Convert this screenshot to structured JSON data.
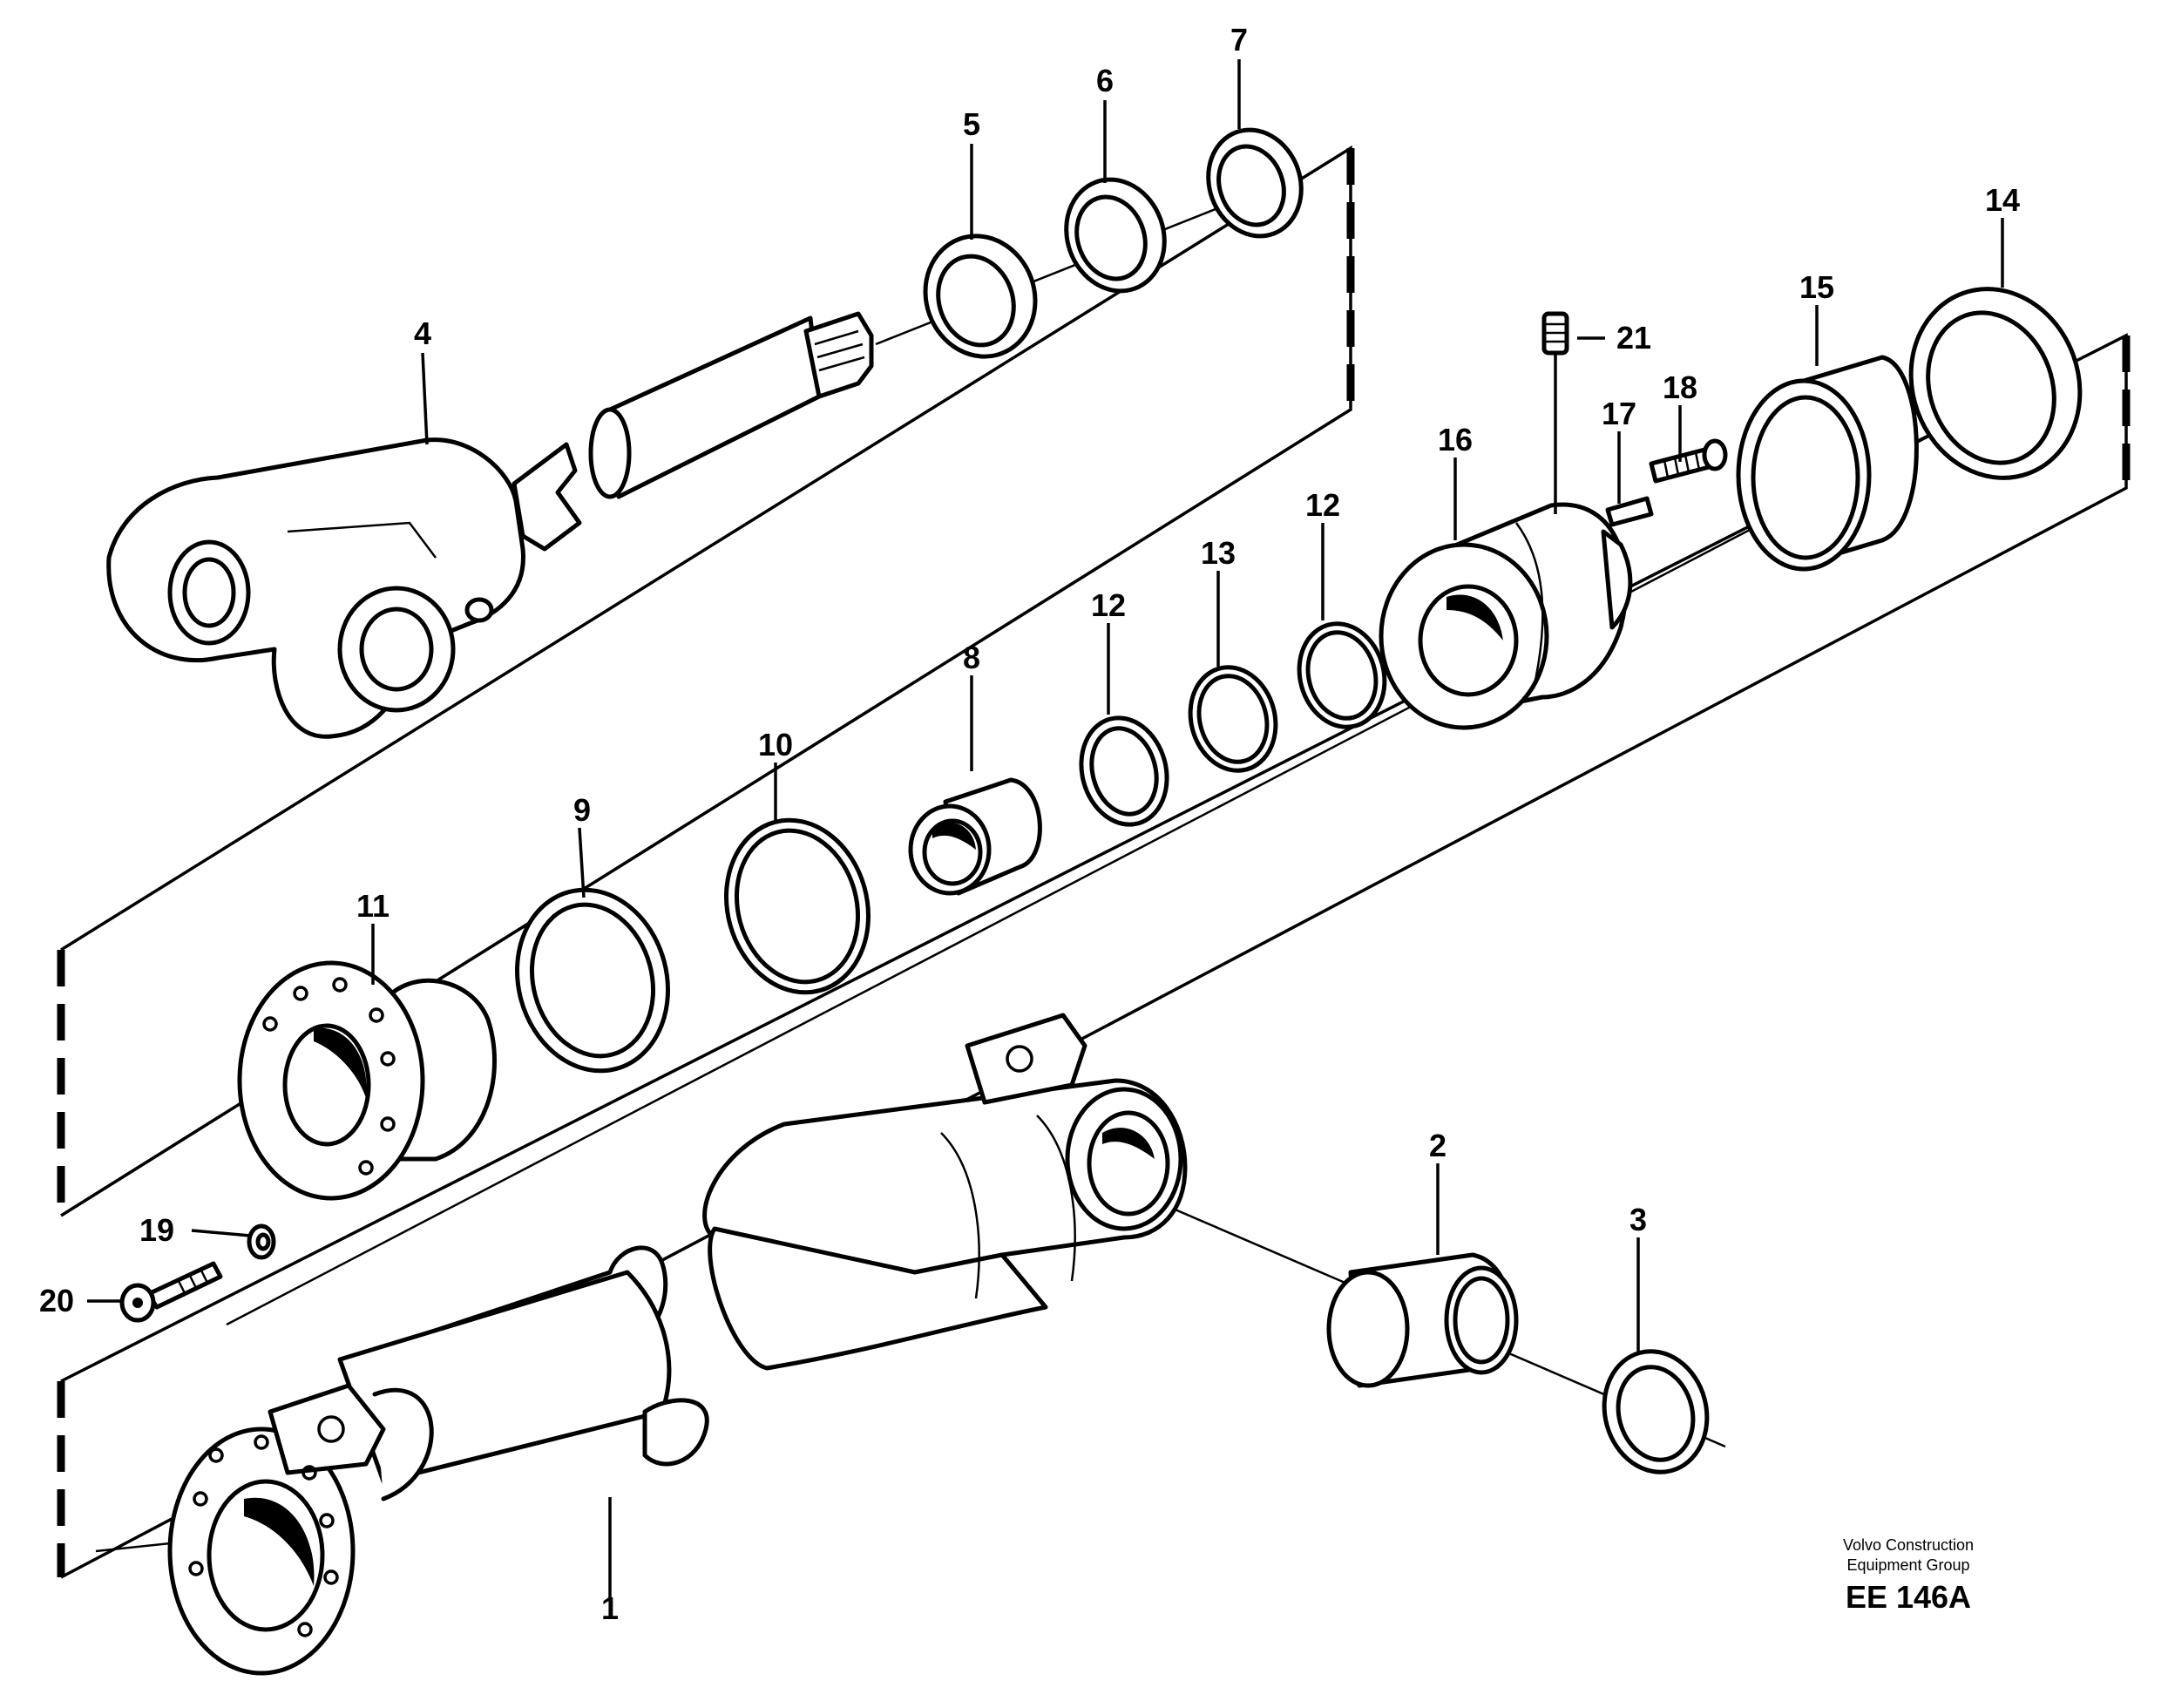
{
  "drawing": {
    "part_numbers": [
      "1",
      "2",
      "3",
      "4",
      "5",
      "6",
      "7",
      "8",
      "9",
      "10",
      "11",
      "12",
      "12",
      "13",
      "14",
      "15",
      "16",
      "17",
      "18",
      "19",
      "20",
      "21"
    ]
  },
  "credit": {
    "line1": "Volvo Construction",
    "line2": "Equipment Group",
    "code": "EE 146A"
  }
}
